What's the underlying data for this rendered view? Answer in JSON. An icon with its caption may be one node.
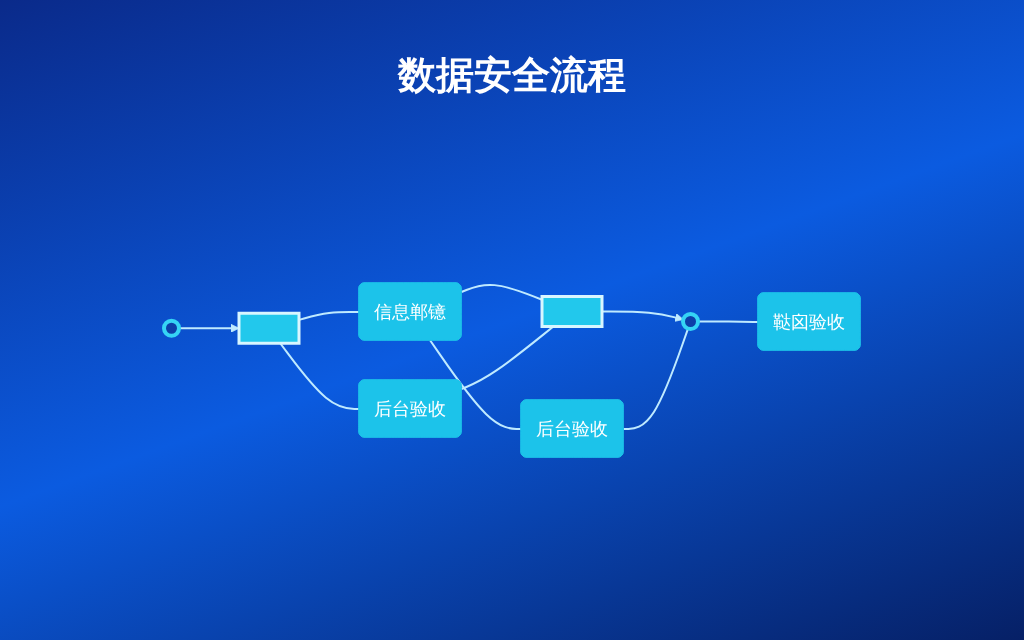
{
  "diagram": {
    "title": "数据安全流程",
    "nodes": [
      {
        "text": [],
        "shape": "circle"
      },
      {
        "text": [],
        "shape": "box"
      },
      {
        "text": [],
        "shape": "box"
      },
      {
        "text": [],
        "shape": "circle"
      },
      {
        "text": [
          "信息郸镱"
        ]
      },
      {
        "text": [
          "后台验收"
        ]
      },
      {
        "text": [
          "后台验收"
        ]
      },
      {
        "text": [
          "鞑囟验收"
        ]
      }
    ],
    "edges": [
      {
        "from": 0,
        "to": 1,
        "arrow": "to"
      },
      {
        "from": 1,
        "to": 4,
        "arrow": "none"
      },
      {
        "from": 4,
        "to": 2,
        "arrow": "none"
      },
      {
        "from": 2,
        "to": 3,
        "arrow": "to"
      },
      {
        "from": 4,
        "to": 5,
        "arrow": "none"
      },
      {
        "from": 5,
        "to": 3,
        "arrow": "none"
      },
      {
        "from": 1,
        "to": 6,
        "arrow": "none"
      },
      {
        "from": 6,
        "to": 2,
        "arrow": "none"
      },
      {
        "from": 3,
        "to": 7,
        "arrow": "none"
      }
    ]
  }
}
